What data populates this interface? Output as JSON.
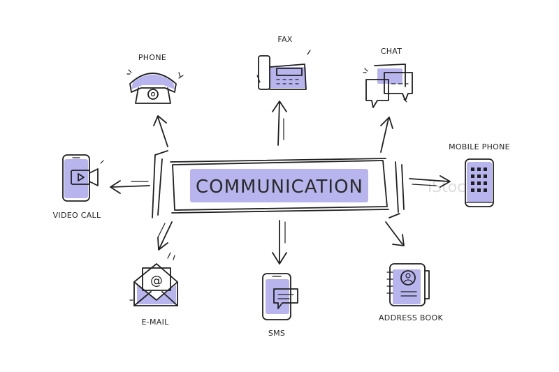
{
  "title": "COMMUNICATION",
  "nodes": {
    "phone": "PHONE",
    "fax": "FAX",
    "chat": "CHAT",
    "mobile_phone": "MOBILE PHONE",
    "video_call": "VIDEO CALL",
    "email": "E-MAIL",
    "sms": "SMS",
    "address_book": "ADDRESS BOOK"
  },
  "watermark": "iStock",
  "icons": {
    "phone": "rotary-phone-icon",
    "fax": "fax-machine-icon",
    "chat": "chat-bubbles-icon",
    "mobile_phone": "mobile-keypad-icon",
    "video_call": "video-call-icon",
    "email": "envelope-at-icon",
    "sms": "smartphone-message-icon",
    "address_book": "address-book-icon"
  },
  "colors": {
    "accent": "#b8b5ee",
    "ink": "#1f1f1f",
    "background": "#ffffff"
  }
}
